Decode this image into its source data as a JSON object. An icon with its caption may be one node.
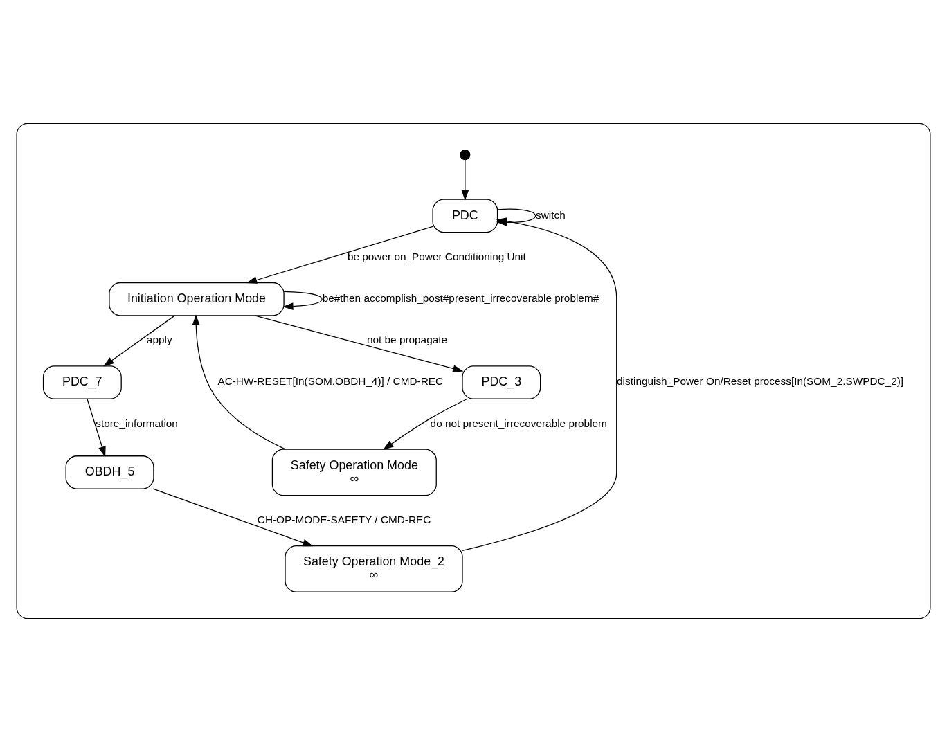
{
  "diagram": {
    "nodes": [
      {
        "text": [],
        "shape": "box"
      },
      {
        "text": [],
        "shape": "circle",
        "in": 0
      },
      {
        "text": [
          "PDC"
        ],
        "in": 0
      },
      {
        "text": [
          "Initiation Operation Mode"
        ],
        "in": 0
      },
      {
        "text": [
          "PDC_3"
        ],
        "in": 0
      },
      {
        "text": [
          "Safety Operation Mode",
          "∞"
        ],
        "in": 0
      },
      {
        "text": [
          "PDC_7"
        ],
        "in": 0
      },
      {
        "text": [
          "OBDH_5"
        ],
        "in": 0
      },
      {
        "text": [
          "Safety Operation Mode_2",
          "∞"
        ],
        "in": 0
      }
    ],
    "edges": [
      {
        "from": 1,
        "to": 2,
        "arrow": "to"
      },
      {
        "from": 2,
        "to": 3,
        "arrow": "to",
        "label": "be power on_Power Conditioning Unit"
      },
      {
        "from": 2,
        "to": 2,
        "arrow": "to",
        "label": "switch"
      },
      {
        "from": 3,
        "to": 3,
        "arrow": "to",
        "label": "be#then accomplish_post#present_irrecoverable problem#"
      },
      {
        "from": 3,
        "to": 4,
        "arrow": "to",
        "label": "not be propagate"
      },
      {
        "from": 4,
        "to": 5,
        "arrow": "to",
        "label": "do not present_irrecoverable problem"
      },
      {
        "from": 5,
        "to": 3,
        "arrow": "to",
        "label": "AC-HW-RESET[In(SOM.OBDH_4)] / CMD-REC"
      },
      {
        "from": 3,
        "to": 6,
        "arrow": "to",
        "label": "apply"
      },
      {
        "from": 6,
        "to": 7,
        "arrow": "to",
        "label": "store_information"
      },
      {
        "from": 7,
        "to": 8,
        "arrow": "to",
        "label": "CH-OP-MODE-SAFETY / CMD-REC"
      },
      {
        "from": 8,
        "to": 2,
        "arrow": "to",
        "label": "distinguish_Power On/Reset process[In(SOM_2.SWPDC_2)]"
      }
    ]
  }
}
